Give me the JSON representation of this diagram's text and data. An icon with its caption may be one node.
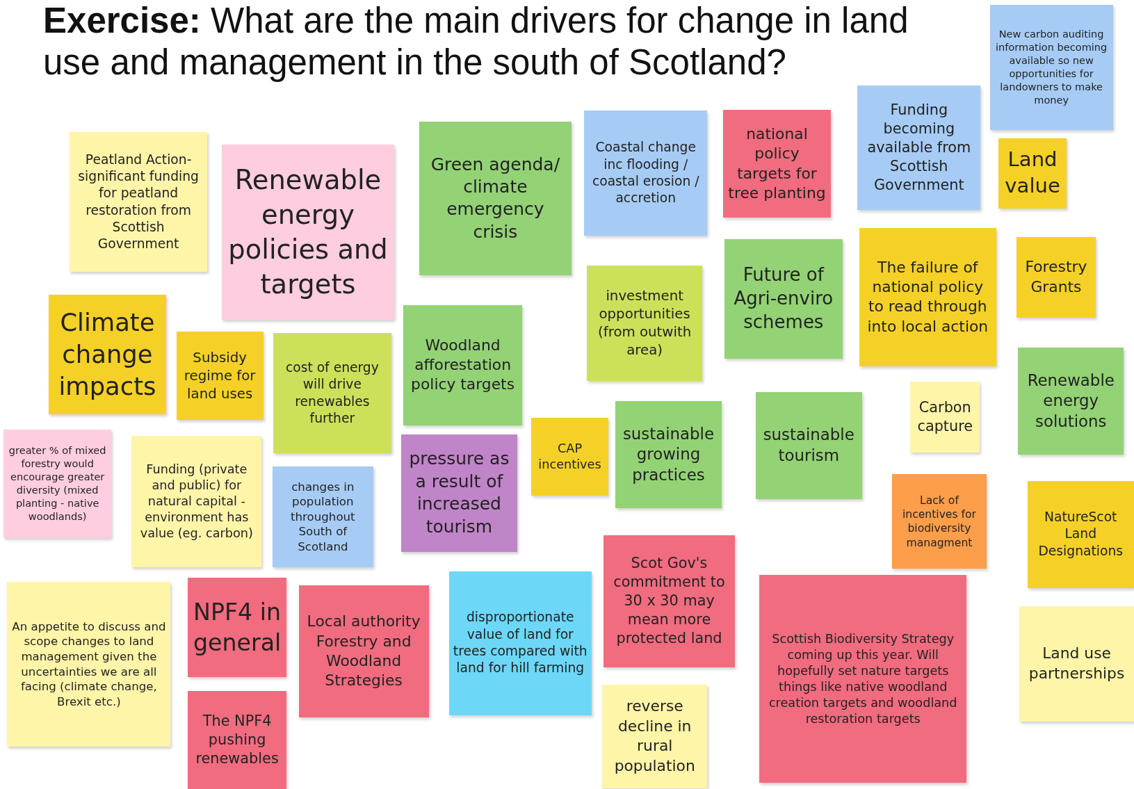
{
  "diagram": {
    "title": "**Exercise:** What are the main drivers for change in land use and management in the south of Scotland?",
    "nodes": [
      {
        "text": [
          "Peatland Action- significant funding for peatland restoration from Scottish Government"
        ]
      },
      {
        "text": [
          "Renewable energy policies and targets"
        ]
      },
      {
        "text": [
          "Green agenda/ climate emergency crisis"
        ]
      },
      {
        "text": [
          "Coastal change inc flooding / coastal erosion / accretion"
        ]
      },
      {
        "text": [
          "national policy targets for tree planting"
        ]
      },
      {
        "text": [
          "Funding becoming available from Scottish Government"
        ]
      },
      {
        "text": [
          "New carbon auditing information becoming available so new opportunities for landowners to make money"
        ]
      },
      {
        "text": [
          "Land value"
        ]
      },
      {
        "text": [
          "Climate change impacts"
        ]
      },
      {
        "text": [
          "Subsidy regime for land uses"
        ]
      },
      {
        "text": [
          "cost of energy will drive renewables further"
        ]
      },
      {
        "text": [
          "Woodland afforestation policy targets"
        ]
      },
      {
        "text": [
          "investment opportunities (from outwith area)"
        ]
      },
      {
        "text": [
          "Future of Agri-enviro schemes"
        ]
      },
      {
        "text": [
          "The failure of national policy to read through into local action"
        ]
      },
      {
        "text": [
          "Forestry Grants"
        ]
      },
      {
        "text": [
          "Renewable energy solutions"
        ]
      },
      {
        "text": [
          "greater % of mixed forestry would encourage greater diversity (mixed planting - native woodlands)"
        ]
      },
      {
        "text": [
          "Funding (private and public) for natural capital - environment has value (eg. carbon)"
        ]
      },
      {
        "text": [
          "changes in population throughout South of Scotland"
        ]
      },
      {
        "text": [
          "pressure as a result of increased tourism"
        ]
      },
      {
        "text": [
          "CAP incentives"
        ]
      },
      {
        "text": [
          "sustainable growing practices"
        ]
      },
      {
        "text": [
          "sustainable tourism"
        ]
      },
      {
        "text": [
          "Carbon capture"
        ]
      },
      {
        "text": [
          "Lack of incentives for biodiversity managment"
        ]
      },
      {
        "text": [
          "NatureScot Land Designations"
        ]
      },
      {
        "text": [
          "An appetite to discuss and scope changes to land management given the uncertainties we are all facing (climate change, Brexit etc.)"
        ]
      },
      {
        "text": [
          "NPF4 in general"
        ]
      },
      {
        "text": [
          "Local authority Forestry and Woodland Strategies"
        ]
      },
      {
        "text": [
          "disproportionate value of land for trees compared with land for hill farming"
        ]
      },
      {
        "text": [
          "Scot Gov's commitment to 30 x 30 may mean more protected land"
        ]
      },
      {
        "text": [
          "Scottish Biodiversity Strategy coming up this year. Will hopefully set nature targets things like native woodland creation targets and woodland restoration targets"
        ]
      },
      {
        "text": [
          "Land use partnerships"
        ]
      },
      {
        "text": [
          "The NPF4 pushing renewables"
        ]
      },
      {
        "text": [
          "reverse decline in rural population"
        ]
      }
    ]
  }
}
